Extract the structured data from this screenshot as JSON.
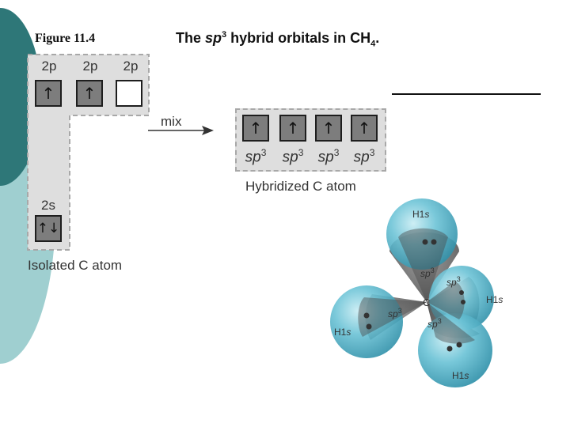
{
  "figure_label": "Figure 11.4",
  "title": {
    "prefix": "The ",
    "orbital": "sp",
    "orbital_sup": "3",
    "middle": " hybrid orbitals in CH",
    "subscript": "4",
    "suffix": "."
  },
  "isolated": {
    "orbitals_2p": [
      {
        "label": "2p",
        "electrons": "↑"
      },
      {
        "label": "2p",
        "electrons": "↑"
      },
      {
        "label": "2p",
        "electrons": ""
      }
    ],
    "orbital_2s": {
      "label": "2s",
      "electrons": "↑↓"
    },
    "caption": "Isolated C atom"
  },
  "mix_label": "mix",
  "hybridized": {
    "orbitals": [
      {
        "electrons": "↑",
        "base": "sp",
        "sup": "3"
      },
      {
        "electrons": "↑",
        "base": "sp",
        "sup": "3"
      },
      {
        "electrons": "↑",
        "base": "sp",
        "sup": "3"
      },
      {
        "electrons": "↑",
        "base": "sp",
        "sup": "3"
      }
    ],
    "caption": "Hybridized C atom"
  },
  "molecule": {
    "center": "C",
    "h_label_base": "H1",
    "h_label_italic": "s",
    "sp_base": "sp",
    "sp_sup": "3"
  },
  "colors": {
    "theme_dark": "#2e7778",
    "theme_light": "#9fcfd0",
    "panel": "#dedede",
    "filled_box": "#7d7d7d",
    "h_sphere": "#5fb8cf",
    "lobe": "#555555"
  }
}
